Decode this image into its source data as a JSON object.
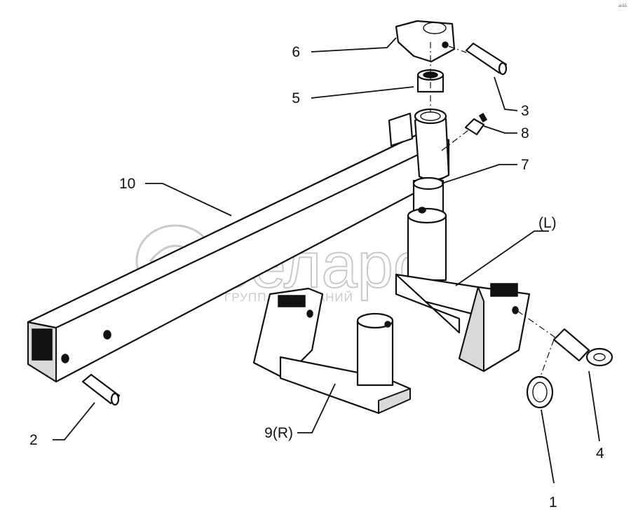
{
  "diagram": {
    "callouts": [
      {
        "id": "c1",
        "text": "1"
      },
      {
        "id": "c2",
        "text": "2"
      },
      {
        "id": "c3",
        "text": "3"
      },
      {
        "id": "c4",
        "text": "4"
      },
      {
        "id": "c5",
        "text": "5"
      },
      {
        "id": "c6",
        "text": "6"
      },
      {
        "id": "c7",
        "text": "7"
      },
      {
        "id": "c8",
        "text": "8"
      },
      {
        "id": "c9r",
        "text": "9(R)"
      },
      {
        "id": "c10",
        "text": "10"
      },
      {
        "id": "cl",
        "text": "(L)"
      }
    ],
    "corner_mark": "æåå"
  },
  "watermark": {
    "brand": "беларо",
    "subtitle": "ГРУППА КОМПАНИЙ",
    "color": "#c9c9c9"
  }
}
